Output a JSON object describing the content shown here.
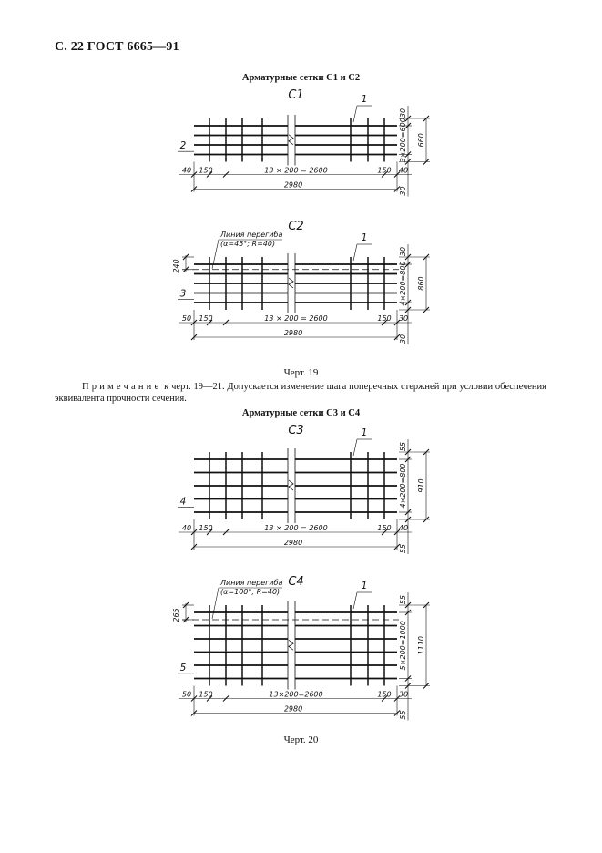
{
  "header": {
    "text": "С. 22 ГОСТ 6665—91"
  },
  "section1": {
    "title": "Арматурные сетки С1 и С2"
  },
  "section2": {
    "title": "Арматурные сетки С3 и С4"
  },
  "captions": {
    "fig19": "Черт. 19",
    "fig20": "Черт. 20"
  },
  "note": {
    "lead": "Примечание",
    "text": " к черт. 19—21. Допускается изменение шага поперечных стержней при условии обеспечения эквивалента прочности сечения."
  },
  "meshes": [
    {
      "label": "С1",
      "callout_top": "1",
      "callout_left": "2",
      "rows": 4,
      "bend": false,
      "bend_text": "",
      "bend_params": "",
      "left_dim": "",
      "dims": {
        "left_edge": "40",
        "left_step": "150",
        "middle": "13 × 200 = 2600",
        "right_step": "150",
        "right_edge": "40",
        "total": "2980",
        "top": "30",
        "bottom": "30",
        "height_span": "3×200=600",
        "height_total": "660"
      }
    },
    {
      "label": "С2",
      "callout_top": "1",
      "callout_left": "3",
      "rows": 5,
      "bend": true,
      "bend_text": "Линия перегиба",
      "bend_params": "(α=45°; R=40)",
      "left_dim": "240",
      "dims": {
        "left_edge": "50",
        "left_step": "150",
        "middle": "13 × 200 = 2600",
        "right_step": "150",
        "right_edge": "30",
        "total": "2980",
        "top": "30",
        "bottom": "30",
        "height_span": "4×200=800",
        "height_total": "860"
      }
    },
    {
      "label": "С3",
      "callout_top": "1",
      "callout_left": "4",
      "rows": 5,
      "bend": false,
      "bend_text": "",
      "bend_params": "",
      "left_dim": "",
      "dims": {
        "left_edge": "40",
        "left_step": "150",
        "middle": "13 × 200 = 2600",
        "right_step": "150",
        "right_edge": "40",
        "total": "2980",
        "top": "55",
        "bottom": "55",
        "height_span": "4×200=800",
        "height_total": "910"
      }
    },
    {
      "label": "С4",
      "callout_top": "1",
      "callout_left": "5",
      "rows": 6,
      "bend": true,
      "bend_text": "Линия перегиба",
      "bend_params": "(α=100°; R=40)",
      "left_dim": "265",
      "dims": {
        "left_edge": "50",
        "left_step": "150",
        "middle": "13×200=2600",
        "right_step": "150",
        "right_edge": "30",
        "total": "2980",
        "top": "55",
        "bottom": "55",
        "height_span": "5×200=1000",
        "height_total": "1110"
      }
    }
  ]
}
